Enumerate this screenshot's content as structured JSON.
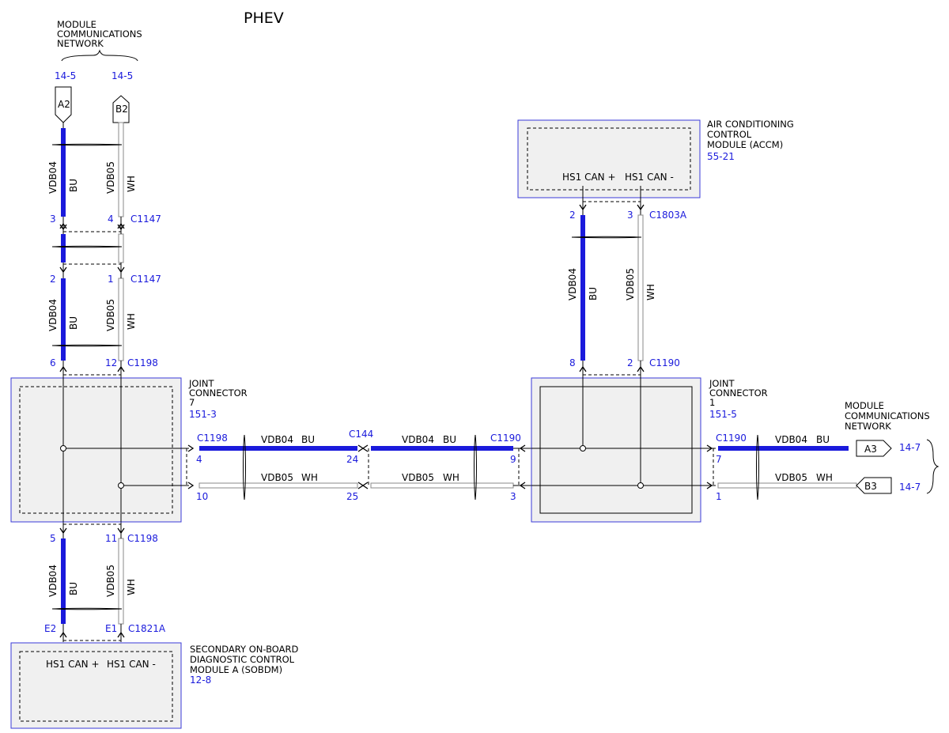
{
  "title": "PHEV",
  "colors": {
    "bu_wire": "#1a1adc",
    "ref_text": "#1a1adc",
    "module_fill": "#f0f0f0",
    "module_border": "#3a3ad8"
  },
  "top_network": {
    "line1": "MODULE",
    "line2": "COMMUNICATIONS",
    "line3": "NETWORK"
  },
  "right_network": {
    "line1": "MODULE",
    "line2": "COMMUNICATIONS",
    "line3": "NETWORK"
  },
  "connectors_top": {
    "a2": {
      "label": "A2",
      "ref": "14-5"
    },
    "b2": {
      "label": "B2",
      "ref": "14-5"
    }
  },
  "connectors_right": {
    "a3": {
      "label": "A3",
      "ref": "14-7"
    },
    "b3": {
      "label": "B3",
      "ref": "14-7"
    }
  },
  "wire": {
    "bu_circuit": "VDB04",
    "bu_color": "BU",
    "wh_circuit": "VDB05",
    "wh_color": "WH"
  },
  "left_col": {
    "c1147_top": {
      "pin_bu": "3",
      "pin_wh": "4",
      "name": "C1147"
    },
    "c1147_bot": {
      "pin_bu": "2",
      "pin_wh": "1",
      "name": "C1147"
    },
    "c1198_top": {
      "pin_bu": "6",
      "pin_wh": "12",
      "name": "C1198"
    },
    "c1198_bot": {
      "pin_bu": "5",
      "pin_wh": "11",
      "name": "C1198"
    },
    "c1821a": {
      "pin_bu": "E2",
      "pin_wh": "E1",
      "name": "C1821A"
    }
  },
  "joint7": {
    "line1": "JOINT",
    "line2": "CONNECTOR",
    "line3": "7",
    "ref": "151-3"
  },
  "joint1": {
    "line1": "JOINT",
    "line2": "CONNECTOR",
    "line3": "1",
    "ref": "151-5"
  },
  "horiz": {
    "c1198": {
      "name": "C1198",
      "pin_bu": "4",
      "pin_wh": "10"
    },
    "c144": {
      "name": "C144",
      "pin_bu": "24",
      "pin_wh": "25"
    },
    "c1190_l": {
      "name": "C1190",
      "pin_bu": "9",
      "pin_wh": "3"
    },
    "c1190_r": {
      "name": "C1190",
      "pin_bu": "7",
      "pin_wh": "1"
    }
  },
  "accm": {
    "line1": "AIR CONDITIONING",
    "line2": "CONTROL",
    "line3": "MODULE (ACCM)",
    "ref": "55-21",
    "pin_plus": "HS1 CAN +",
    "pin_minus": "HS1 CAN -",
    "conn": {
      "pin_bu": "2",
      "pin_wh": "3",
      "name": "C1803A"
    },
    "conn_bot": {
      "pin_bu": "8",
      "pin_wh": "2",
      "name": "C1190"
    }
  },
  "sobdm": {
    "line1": "SECONDARY ON-BOARD",
    "line2": "DIAGNOSTIC CONTROL",
    "line3": "MODULE A (SOBDM)",
    "ref": "12-8",
    "pin_plus": "HS1 CAN +",
    "pin_minus": "HS1 CAN -"
  }
}
